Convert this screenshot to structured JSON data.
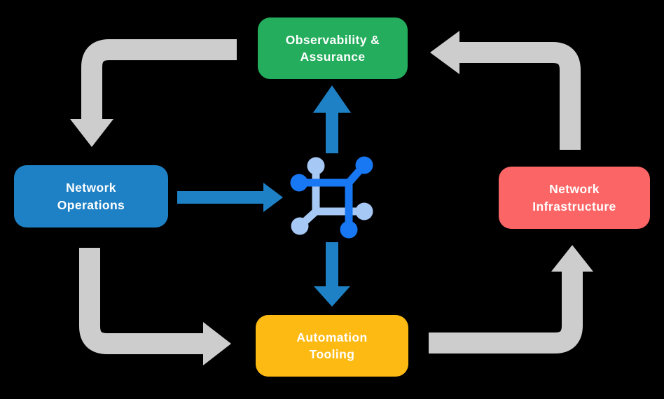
{
  "background": "#000000",
  "colors": {
    "text": "#FFFFFF",
    "arrow_gray": "#CDCDCD",
    "arrow_blue": "#1E81C5",
    "icon_dark_blue": "#1877F2",
    "icon_light_blue": "#A6C8F4"
  },
  "nodes": [
    {
      "id": "observability-assurance",
      "label": "Observability & Assurance",
      "lines": [
        "Observability &",
        "Assurance"
      ],
      "color": "#23AD5C"
    },
    {
      "id": "network-operations",
      "label": "Network Operations",
      "lines": [
        "Network",
        "Operations"
      ],
      "color": "#1E81C5"
    },
    {
      "id": "network-infrastructure",
      "label": "Network Infrastructure",
      "lines": [
        "Network",
        "Infrastructure"
      ],
      "color": "#FB6565"
    },
    {
      "id": "automation-tooling",
      "label": "Automation Tooling",
      "lines": [
        "Automation",
        "Tooling"
      ],
      "color": "#FDBA12"
    }
  ],
  "center_icon": {
    "name": "network-mesh-icon"
  },
  "arrows": {
    "gray_cycle": [
      {
        "from": "observability-assurance",
        "to": "network-operations"
      },
      {
        "from": "network-operations",
        "to": "automation-tooling"
      },
      {
        "from": "automation-tooling",
        "to": "network-infrastructure"
      },
      {
        "from": "network-infrastructure",
        "to": "observability-assurance"
      }
    ],
    "blue": [
      {
        "from": "network-operations",
        "to": "center-icon"
      },
      {
        "from": "center-icon",
        "to": "observability-assurance"
      },
      {
        "from": "center-icon",
        "to": "automation-tooling"
      }
    ]
  }
}
